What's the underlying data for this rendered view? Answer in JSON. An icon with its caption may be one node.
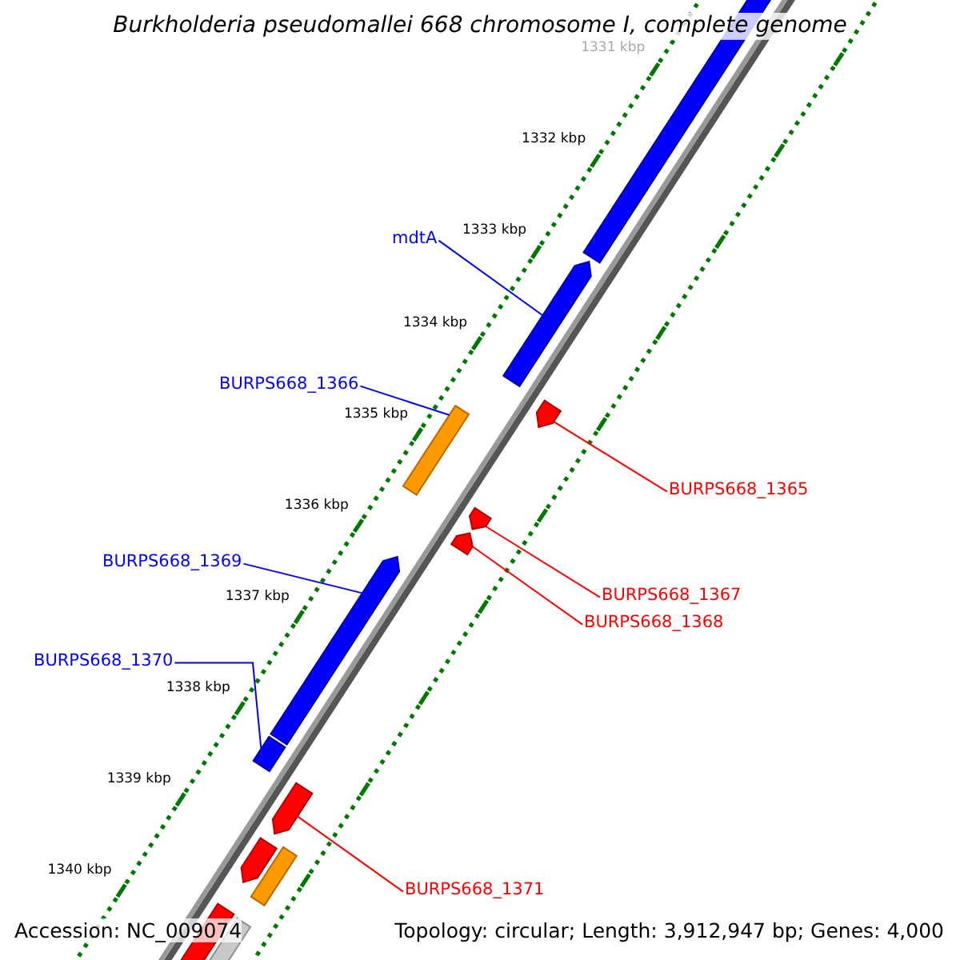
{
  "diagram": {
    "title": "Burkholderia pseudomallei 668 chromosome I, complete genome",
    "nodes": [
      {
        "text": [
          "mdtA"
        ]
      },
      {
        "text": [
          "BURPS668_1366"
        ]
      },
      {
        "text": [
          "BURPS668_1365"
        ]
      },
      {
        "text": [
          "BURPS668_1367"
        ]
      },
      {
        "text": [
          "BURPS668_1368"
        ]
      },
      {
        "text": [
          "BURPS668_1369"
        ]
      },
      {
        "text": [
          "BURPS668_1370"
        ]
      },
      {
        "text": [
          "BURPS668_1371"
        ]
      },
      {
        "text": [],
        "shape": "arrow"
      },
      {
        "text": [],
        "shape": "bar"
      },
      {
        "text": [],
        "shape": "arrow"
      },
      {
        "text": [],
        "shape": "arrow"
      },
      {
        "text": [],
        "shape": "arrow"
      },
      {
        "text": [],
        "shape": "arrow"
      },
      {
        "text": [],
        "shape": "arrow"
      },
      {
        "text": [],
        "shape": "arrow"
      }
    ],
    "edges": [
      {
        "from": 0,
        "to": 8,
        "arrow": "none",
        "color": "#0000ff"
      },
      {
        "from": 1,
        "to": 9,
        "arrow": "none",
        "color": "#0000ff"
      },
      {
        "from": 2,
        "to": 10,
        "arrow": "none",
        "color": "#ff0000"
      },
      {
        "from": 3,
        "to": 11,
        "arrow": "none",
        "color": "#ff0000"
      },
      {
        "from": 4,
        "to": 12,
        "arrow": "none",
        "color": "#ff0000"
      },
      {
        "from": 5,
        "to": 13,
        "arrow": "none",
        "color": "#0000ff"
      },
      {
        "from": 6,
        "to": 14,
        "arrow": "none",
        "color": "#0000ff"
      },
      {
        "from": 7,
        "to": 15,
        "arrow": "none",
        "color": "#ff0000"
      }
    ],
    "labels": [
      "1331 kbp",
      "1332 kbp",
      "1333 kbp",
      "1334 kbp",
      "1335 kbp",
      "1336 kbp",
      "1337 kbp",
      "1338 kbp",
      "1339 kbp",
      "1340 kbp",
      "Accession: NC_009074",
      "Topology: circular; Length: 3,912,947 bp; Genes: 4,000"
    ]
  }
}
